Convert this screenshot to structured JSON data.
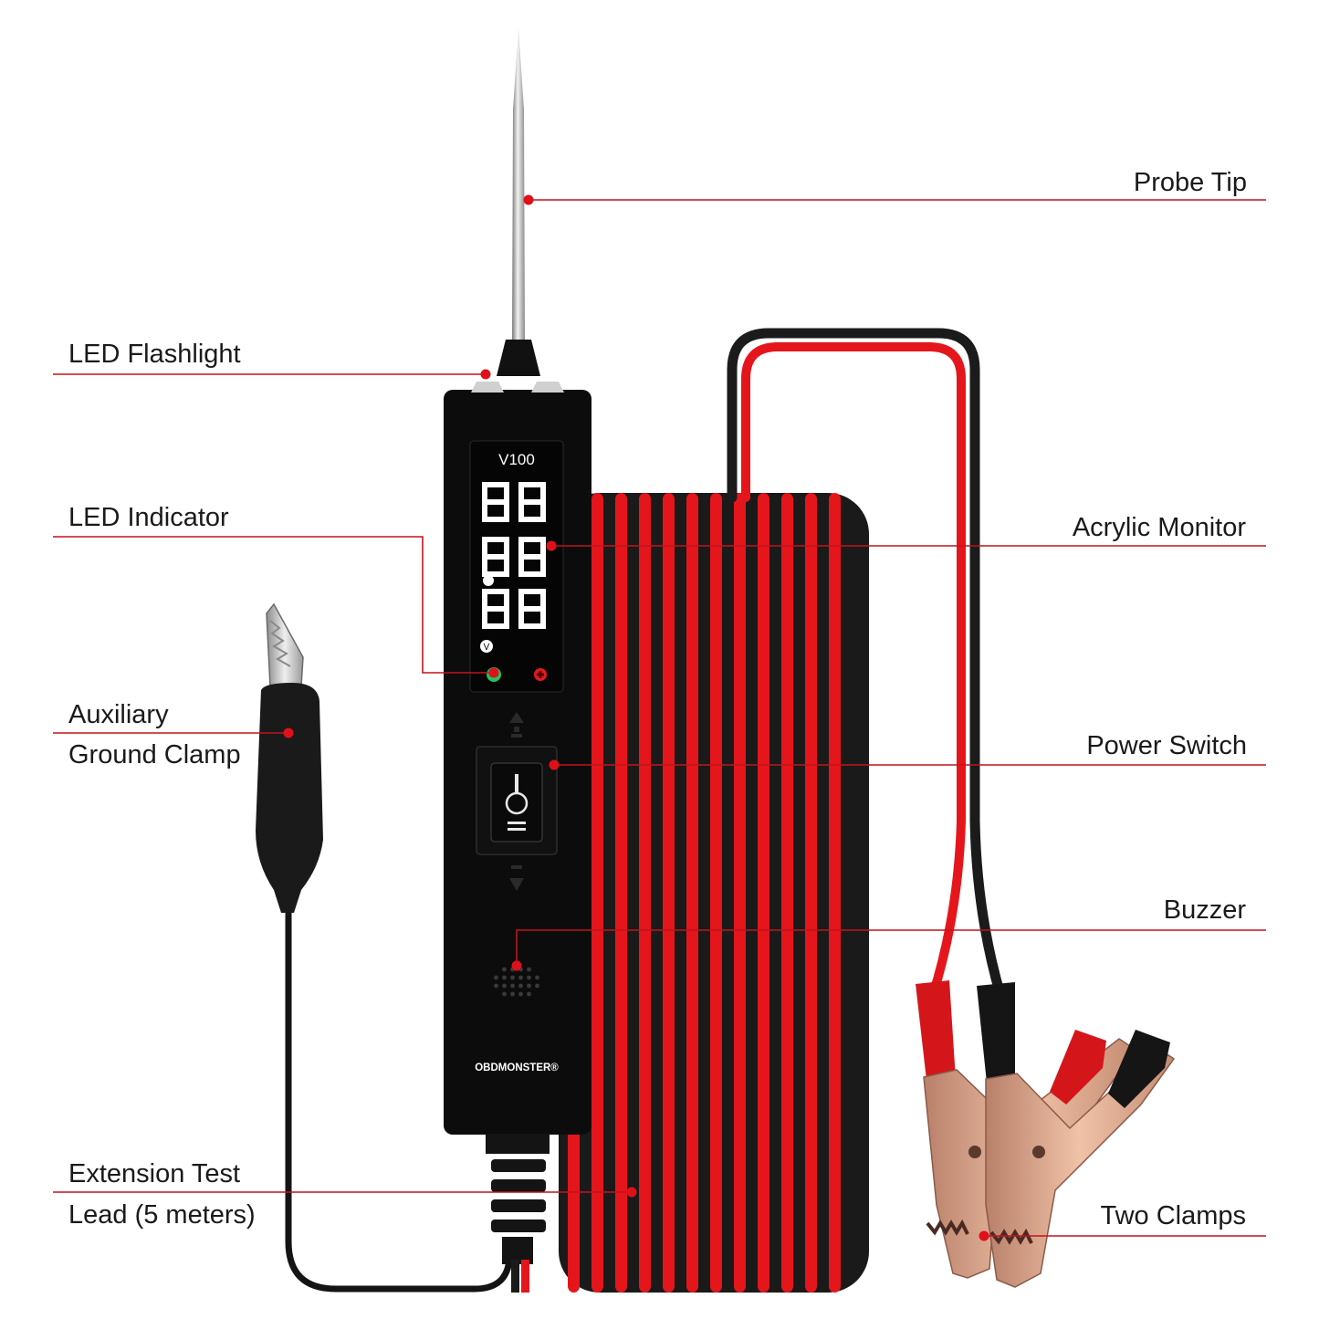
{
  "product": {
    "model": "V100",
    "brand": "OBDMONSTER®"
  },
  "colors": {
    "callout_line": "#c0141c",
    "callout_dot": "#e0101a",
    "wire_red": "#e5161b",
    "wire_black": "#1b1b1b",
    "body": "#0c0c0c",
    "copper": "#d9a184"
  },
  "labels": {
    "probe_tip": "Probe Tip",
    "led_flashlight": "LED Flashlight",
    "led_indicator": "LED Indicator",
    "acrylic_monitor": "Acrylic Monitor",
    "aux_ground_line1": "Auxiliary",
    "aux_ground_line2": "Ground Clamp",
    "power_switch": "Power Switch",
    "buzzer": "Buzzer",
    "extension_line1": "Extension Test",
    "extension_line2": "Lead (5 meters)",
    "two_clamps": "Two Clamps"
  }
}
